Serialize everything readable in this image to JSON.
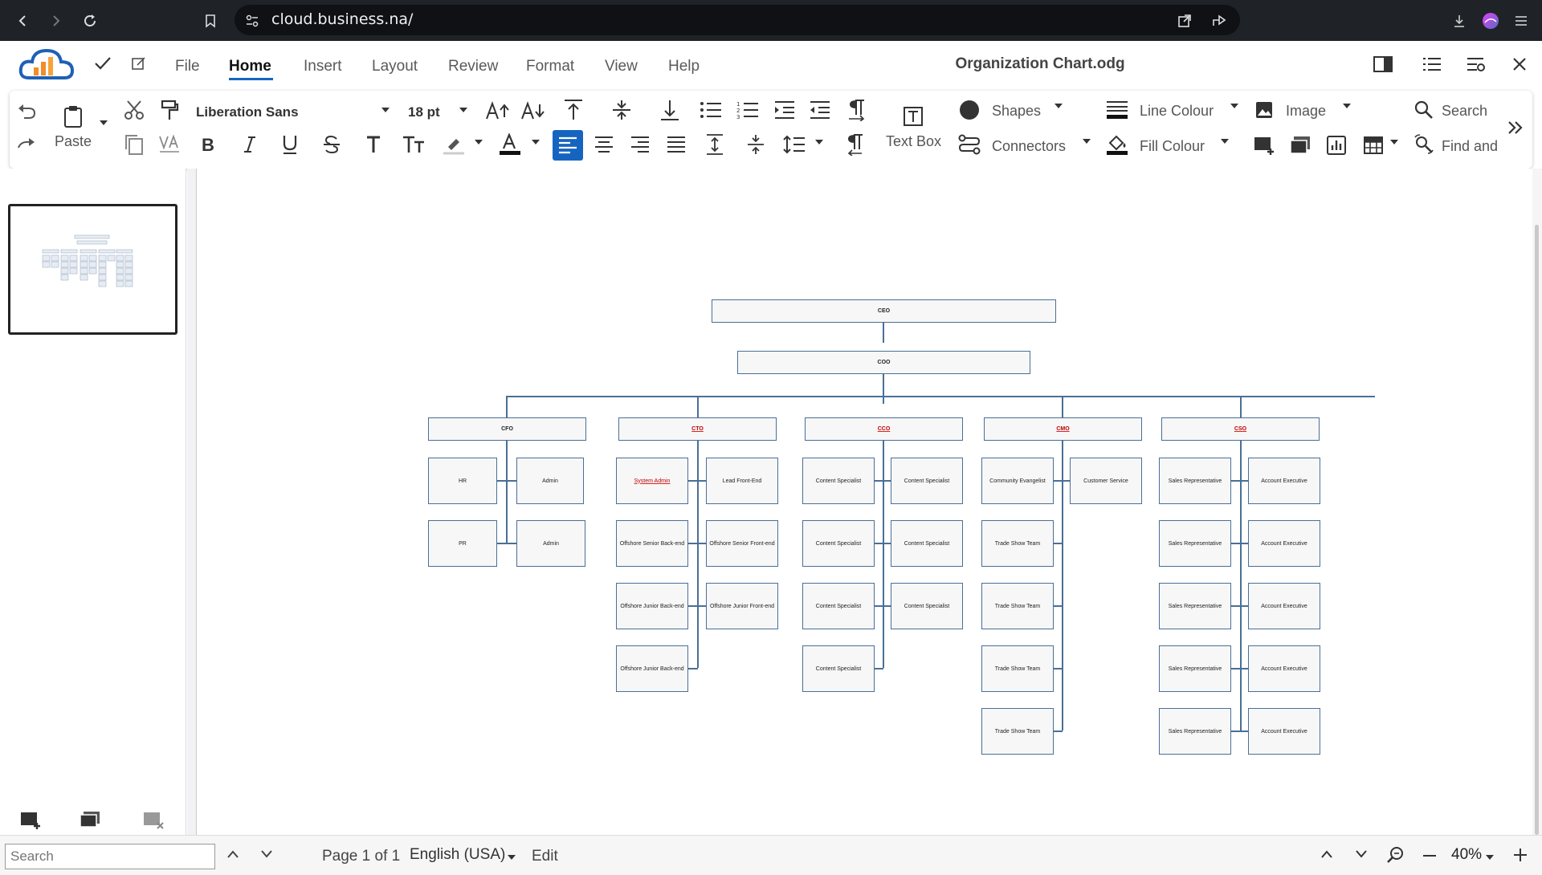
{
  "browser": {
    "url": "cloud.business.na/",
    "icons": [
      "back-icon",
      "forward-icon",
      "reload-icon",
      "bookmark-icon",
      "site-settings-icon",
      "open-external-icon",
      "share-icon",
      "download-icon",
      "profile-avatar",
      "hamburger-menu-icon"
    ]
  },
  "app": {
    "menus": [
      "File",
      "Home",
      "Insert",
      "Layout",
      "Review",
      "Format",
      "View",
      "Help"
    ],
    "active_menu": "Home",
    "document_title": "Organization Chart.odg"
  },
  "toolbar": {
    "paste": "Paste",
    "font_name": "Liberation Sans",
    "font_size": "18 pt",
    "text_box": "Text Box",
    "shapes": "Shapes",
    "connectors": "Connectors",
    "line_colour": "Line Colour",
    "fill_colour": "Fill Colour",
    "image": "Image",
    "search": "Search",
    "find_and": "Find and",
    "accent": "#1565c0"
  },
  "org": {
    "ceo": "CEO",
    "coo": "COO",
    "cfo": "CFO",
    "cto": "CTO",
    "cco": "CCO",
    "cmo": "CMO",
    "cso": "CSO",
    "hr": "HR",
    "admin": "Admin",
    "pr": "PR",
    "system_admin": "System Admin",
    "lead_frontend": "Lead Front-End",
    "offshore_senior_backend": "Offshore Senior Back-end",
    "offshore_senior_frontend": "Offshore Senior Front-end",
    "offshore_junior_backend": "Offshore Junior Back-end",
    "offshore_junior_frontend": "Offshore Junior Front-end",
    "content_specialist": "Content Specialist",
    "community_evangelist": "Community Evangelist",
    "customer_service": "Customer Service",
    "trade_show_team": "Trade Show Team",
    "sales_representative": "Sales Representative",
    "account_executive": "Account Executive"
  },
  "status": {
    "search_placeholder": "Search",
    "page": "Page 1 of 1",
    "language": "English (USA)",
    "mode": "Edit",
    "zoom": "40%"
  }
}
